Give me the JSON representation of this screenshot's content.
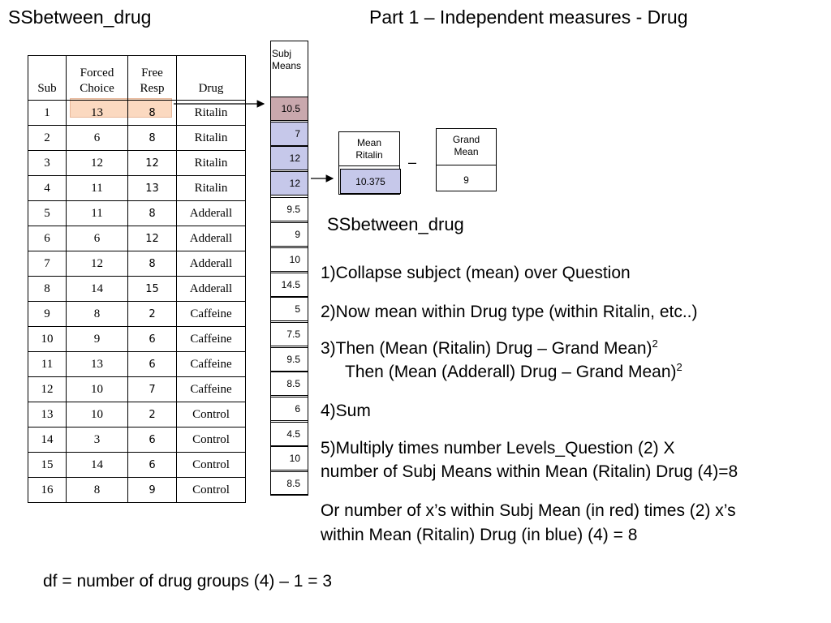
{
  "titles": {
    "left": "SSbetween_drug",
    "right": "Part 1 – Independent measures - Drug",
    "subtitle": "SSbetween_drug"
  },
  "table": {
    "headers": {
      "sub": "Sub",
      "forced_1": "Forced",
      "forced_2": "Choice",
      "free_1": "Free",
      "free_2": "Resp",
      "drug": "Drug"
    },
    "rows": [
      {
        "sub": "1",
        "fc": "13",
        "fr": "8",
        "drug": "Ritalin"
      },
      {
        "sub": "2",
        "fc": "6",
        "fr": "8",
        "drug": "Ritalin"
      },
      {
        "sub": "3",
        "fc": "12",
        "fr": "12",
        "drug": "Ritalin"
      },
      {
        "sub": "4",
        "fc": "11",
        "fr": "13",
        "drug": "Ritalin"
      },
      {
        "sub": "5",
        "fc": "11",
        "fr": "8",
        "drug": "Adderall"
      },
      {
        "sub": "6",
        "fc": "6",
        "fr": "12",
        "drug": "Adderall"
      },
      {
        "sub": "7",
        "fc": "12",
        "fr": "8",
        "drug": "Adderall"
      },
      {
        "sub": "8",
        "fc": "14",
        "fr": "15",
        "drug": "Adderall"
      },
      {
        "sub": "9",
        "fc": "8",
        "fr": "2",
        "drug": "Caffeine"
      },
      {
        "sub": "10",
        "fc": "9",
        "fr": "6",
        "drug": "Caffeine"
      },
      {
        "sub": "11",
        "fc": "13",
        "fr": "6",
        "drug": "Caffeine"
      },
      {
        "sub": "12",
        "fc": "10",
        "fr": "7",
        "drug": "Caffeine"
      },
      {
        "sub": "13",
        "fc": "10",
        "fr": "2",
        "drug": "Control"
      },
      {
        "sub": "14",
        "fc": "3",
        "fr": "6",
        "drug": "Control"
      },
      {
        "sub": "15",
        "fc": "14",
        "fr": "6",
        "drug": "Control"
      },
      {
        "sub": "16",
        "fc": "8",
        "fr": "9",
        "drug": "Control"
      }
    ]
  },
  "subj_means": {
    "header_1": "Subj",
    "header_2": "Means",
    "values": [
      "10.5",
      "7",
      "12",
      "12",
      "9.5",
      "9",
      "10",
      "14.5",
      "5",
      "7.5",
      "9.5",
      "8.5",
      "6",
      "4.5",
      "10",
      "8.5"
    ]
  },
  "mean_ritalin": {
    "label_1": "Mean",
    "label_2": "Ritalin",
    "value": "10.375"
  },
  "minus": "–",
  "grand_mean": {
    "label_1": "Grand",
    "label_2": "Mean",
    "value": "9"
  },
  "steps": {
    "s1": "1)Collapse subject (mean) over Question",
    "s2": "2)Now mean within Drug type (within Ritalin, etc..)",
    "s3a": "3)Then (Mean (Ritalin) Drug – Grand Mean)",
    "s3b": "Then (Mean (Adderall) Drug – Grand Mean)",
    "sup": "2",
    "s4": "4)Sum",
    "s5a": "5)Multiply times number Levels_Question (2) X",
    "s5b": "number of Subj Means within Mean (Ritalin) Drug (4)=8",
    "s6a": "Or number of x’s within Subj Mean (in red) times (2) x’s",
    "s6b": "within Mean (Ritalin) Drug (in blue) (4) = 8"
  },
  "df": "df = number of drug groups (4) – 1 = 3",
  "colors": {
    "red_highlight": "#c9a8ad",
    "blue_highlight": "#c6c8ea",
    "orange_highlight": "#fbd9c0"
  }
}
